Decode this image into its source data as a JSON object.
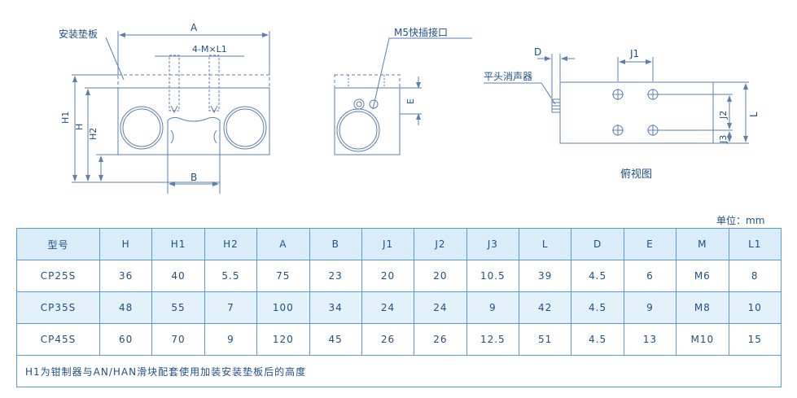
{
  "diagram": {
    "front_view": {
      "label_mount_plate": "安装垫板",
      "dim_A": "A",
      "dim_thread": "4-M×L1",
      "dim_H1": "H1",
      "dim_H": "H",
      "dim_H2": "H2",
      "dim_B": "B"
    },
    "side_view": {
      "label_port": "M5快插接口",
      "dim_E": "E"
    },
    "top_view": {
      "label_muffler": "平头消声器",
      "dim_D": "D",
      "dim_J1": "J1",
      "dim_J2": "J2",
      "dim_J3": "J3",
      "dim_L": "L",
      "caption": "俯视图"
    }
  },
  "unit_label": "单位：mm",
  "table": {
    "headers": [
      "型号",
      "H",
      "H1",
      "H2",
      "A",
      "B",
      "J1",
      "J2",
      "J3",
      "L",
      "D",
      "E",
      "M",
      "L1"
    ],
    "rows": [
      [
        "CP25S",
        "36",
        "40",
        "5.5",
        "75",
        "23",
        "20",
        "20",
        "10.5",
        "39",
        "4.5",
        "6",
        "M6",
        "8"
      ],
      [
        "CP35S",
        "48",
        "55",
        "7",
        "100",
        "34",
        "24",
        "24",
        "9",
        "42",
        "4.5",
        "9",
        "M8",
        "10"
      ],
      [
        "CP45S",
        "60",
        "70",
        "9",
        "120",
        "45",
        "26",
        "26",
        "12.5",
        "51",
        "4.5",
        "13",
        "M10",
        "15"
      ]
    ],
    "note": "H1为钳制器与AN/HAN滑块配套使用加装安装垫板后的高度"
  },
  "colors": {
    "line": "#5b7fb0",
    "text": "#1e4f86",
    "header_bg": "#d9ecf8",
    "row_alt_bg": "#e3f1fa",
    "border": "#5b9bd5"
  }
}
